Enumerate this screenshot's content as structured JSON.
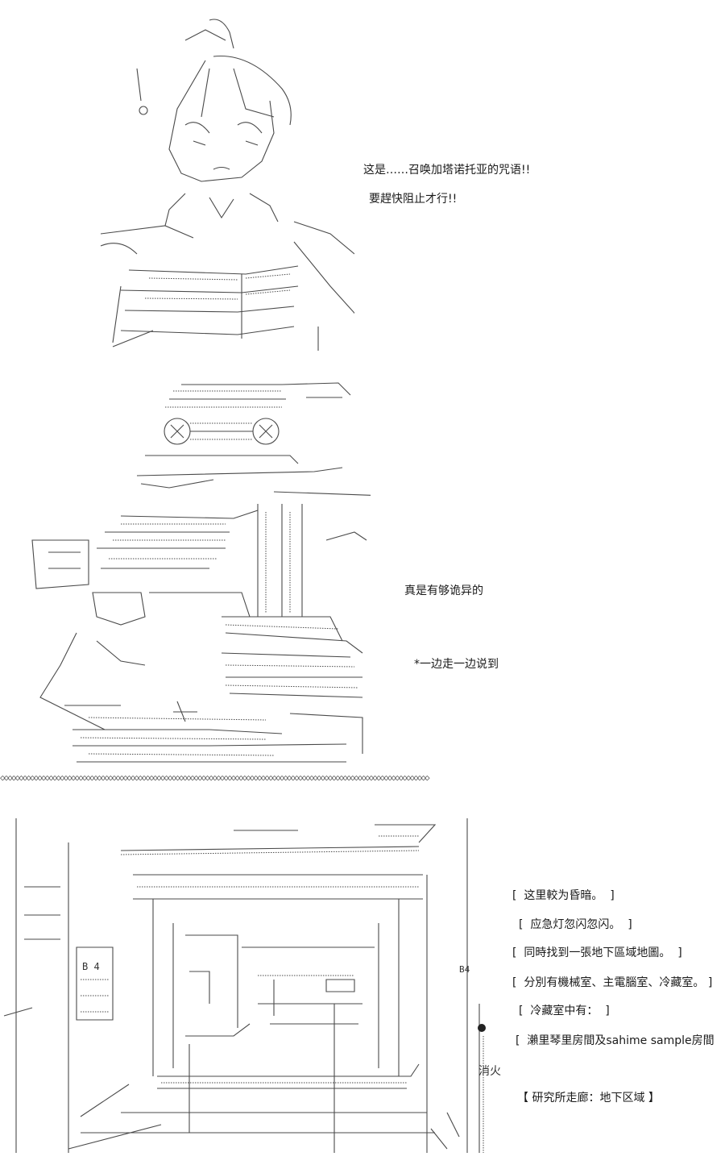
{
  "panel1": {
    "speech_line1": "这是……召唤加塔诺托亚的咒语!!",
    "speech_line2": "要趕快阻止才行!!"
  },
  "panel2": {
    "speech": "真是有够诡异的",
    "narration": "*一边走一边说到"
  },
  "divider": "◇◇◇◇◇◇◇◇◇◇◇◇◇◇◇◇◇◇◇◇◇◇◇◇◇◇◇◇◇◇◇◇◇◇◇◇◇◇◇◇◇◇◇◇◇◇◇◇◇◇◇◇◇◇◇◇◇◇◇◇◇◇◇◇◇◇◇◇◇◇◇◇◇◇◇◇◇◇◇◇◇◇◇◇◇◇◇◇◇◇◇◇◇◇◇◇◇◇◇◇◇◇◇◇◇◇◇◇◇◇◇◇◇◇◇",
  "panel3": {
    "sign_b4": "B 4",
    "door_b4": "B4",
    "side_glyph": "消火",
    "lines": [
      {
        "open": "[",
        "text": "这里較为昏暗。",
        "close": "]"
      },
      {
        "open": "[",
        "text": "应急灯忽闪忽闪。",
        "close": "]"
      },
      {
        "open": "[",
        "text": "同時找到一張地下區域地圖。",
        "close": "]"
      },
      {
        "open": "[",
        "text": "分別有機械室、主電腦室、冷藏室。",
        "close": "]"
      },
      {
        "open": "[",
        "text": "冷藏室中有：",
        "close": "]"
      },
      {
        "open": "[",
        "text": "瀨里琴里房間及sahime sample房間",
        "close": ""
      },
      {
        "open": "【",
        "text": "研究所走廊：地下区域",
        "close": "】"
      }
    ]
  }
}
